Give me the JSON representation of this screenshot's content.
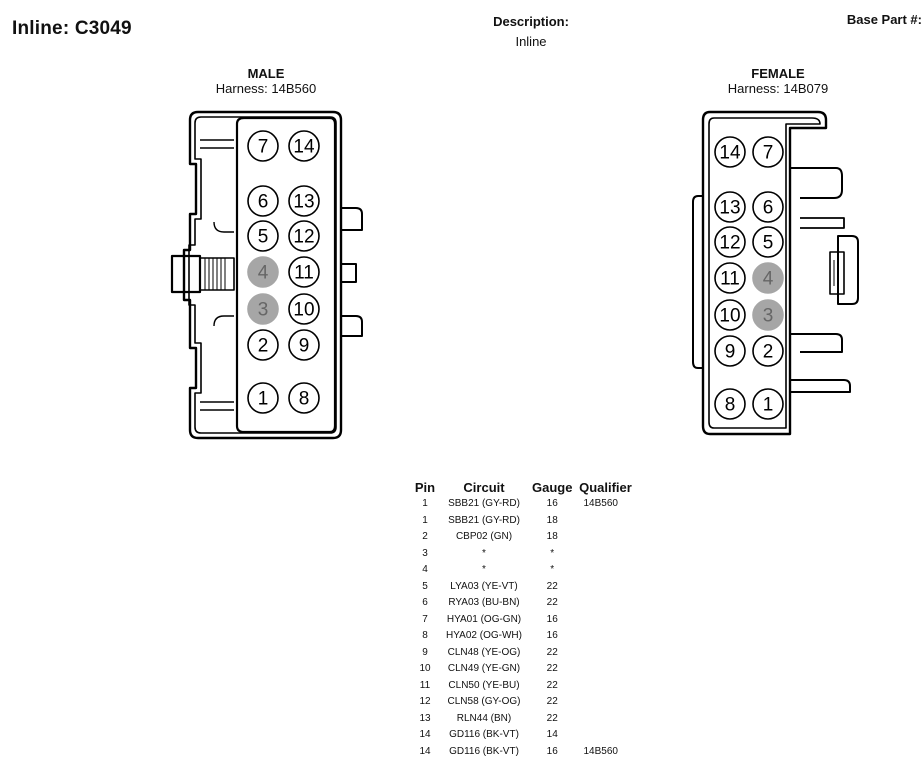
{
  "header": {
    "title": "Inline: C3049",
    "description_label": "Description:",
    "description_value": "Inline",
    "base_part_label": "Base Part #:"
  },
  "male": {
    "gender": "MALE",
    "harness": "Harness: 14B560",
    "pins": [
      {
        "n": "7",
        "shaded": false
      },
      {
        "n": "14",
        "shaded": false
      },
      {
        "n": "6",
        "shaded": false
      },
      {
        "n": "13",
        "shaded": false
      },
      {
        "n": "5",
        "shaded": false
      },
      {
        "n": "12",
        "shaded": false
      },
      {
        "n": "4",
        "shaded": true
      },
      {
        "n": "11",
        "shaded": false
      },
      {
        "n": "3",
        "shaded": true
      },
      {
        "n": "10",
        "shaded": false
      },
      {
        "n": "2",
        "shaded": false
      },
      {
        "n": "9",
        "shaded": false
      },
      {
        "n": "1",
        "shaded": false
      },
      {
        "n": "8",
        "shaded": false
      }
    ]
  },
  "female": {
    "gender": "FEMALE",
    "harness": "Harness: 14B079",
    "pins": [
      {
        "n": "14",
        "shaded": false
      },
      {
        "n": "7",
        "shaded": false
      },
      {
        "n": "13",
        "shaded": false
      },
      {
        "n": "6",
        "shaded": false
      },
      {
        "n": "12",
        "shaded": false
      },
      {
        "n": "5",
        "shaded": false
      },
      {
        "n": "11",
        "shaded": false
      },
      {
        "n": "4",
        "shaded": true
      },
      {
        "n": "10",
        "shaded": false
      },
      {
        "n": "3",
        "shaded": true
      },
      {
        "n": "9",
        "shaded": false
      },
      {
        "n": "2",
        "shaded": false
      },
      {
        "n": "8",
        "shaded": false
      },
      {
        "n": "1",
        "shaded": false
      }
    ]
  },
  "pin_table": {
    "headers": [
      "Pin",
      "Circuit",
      "Gauge",
      "Qualifier"
    ],
    "rows": [
      [
        "1",
        "SBB21 (GY-RD)",
        "16",
        "14B560"
      ],
      [
        "1",
        "SBB21 (GY-RD)",
        "18",
        ""
      ],
      [
        "2",
        "CBP02 (GN)",
        "18",
        ""
      ],
      [
        "3",
        "*",
        "*",
        ""
      ],
      [
        "4",
        "*",
        "*",
        ""
      ],
      [
        "5",
        "LYA03 (YE-VT)",
        "22",
        ""
      ],
      [
        "6",
        "RYA03 (BU-BN)",
        "22",
        ""
      ],
      [
        "7",
        "HYA01 (OG-GN)",
        "16",
        ""
      ],
      [
        "8",
        "HYA02 (OG-WH)",
        "16",
        ""
      ],
      [
        "9",
        "CLN48 (YE-OG)",
        "22",
        ""
      ],
      [
        "10",
        "CLN49 (YE-GN)",
        "22",
        ""
      ],
      [
        "11",
        "CLN50 (YE-BU)",
        "22",
        ""
      ],
      [
        "12",
        "CLN58 (GY-OG)",
        "22",
        ""
      ],
      [
        "13",
        "RLN44 (BN)",
        "22",
        ""
      ],
      [
        "14",
        "GD116 (BK-VT)",
        "14",
        ""
      ],
      [
        "14",
        "GD116 (BK-VT)",
        "16",
        "14B560"
      ]
    ]
  }
}
